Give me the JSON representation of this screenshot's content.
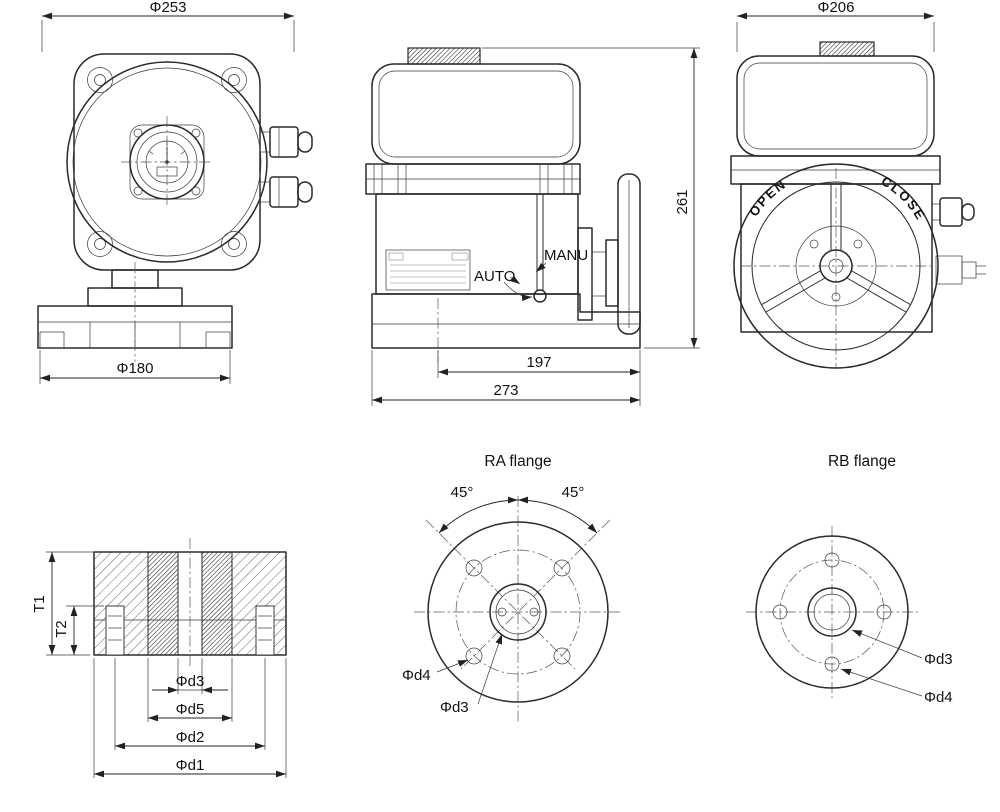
{
  "page": {
    "background": "#ffffff",
    "line_color": "#2a2a2a"
  },
  "views": {
    "front": {
      "dim_top": "Φ253",
      "dim_base": "Φ180"
    },
    "side": {
      "dim_height": "261",
      "dim_hw": "197",
      "dim_total": "273",
      "manu": "MANU",
      "auto": "AUTO"
    },
    "back": {
      "dim_top": "Φ206",
      "open": "OPEN",
      "close": "CLOSE"
    },
    "section": {
      "t1": "T1",
      "t2": "T2",
      "d3": "Φd3",
      "d5": "Φd5",
      "d2": "Φd2",
      "d1": "Φd1"
    },
    "ra": {
      "title": "RA flange",
      "angle_l": "45°",
      "angle_r": "45°",
      "d4": "Φd4",
      "d3": "Φd3"
    },
    "rb": {
      "title": "RB flange",
      "d3": "Φd3",
      "d4": "Φd4"
    }
  }
}
